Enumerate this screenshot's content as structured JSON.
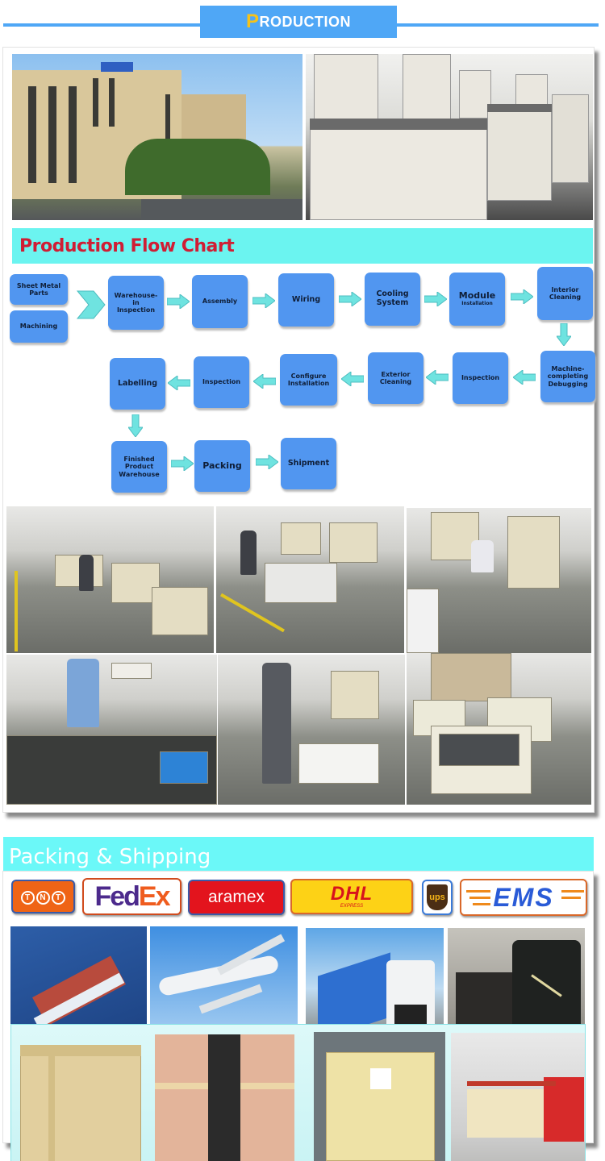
{
  "header": {
    "title_first_letter": "P",
    "title_rest": "RODUCTION",
    "colors": {
      "bar": "#4fa7f6",
      "accent_letter": "#f6c219"
    }
  },
  "production": {
    "photos": [
      {
        "label": "Factory building exterior"
      },
      {
        "label": "Finished machines in production hall"
      }
    ],
    "flow_chart": {
      "title": "Production Flow Chart",
      "title_color": "#d01d34",
      "banner_color": "#6bf4f0",
      "node_color": "#5196f0",
      "inputs": [
        "Sheet Metal\nParts",
        "Machining"
      ],
      "row1": [
        "Warehouse-\nin\nInspection",
        "Assembly",
        "Wiring",
        "Cooling\nSystem",
        "Module\nInstallation",
        "Interior\nCleaning"
      ],
      "row2": [
        "Labelling",
        "Inspection",
        "Configure\nInstallation",
        "Exterior\nCleaning",
        "Inspection",
        "Machine-\ncompleting\nDebugging"
      ],
      "row3": [
        "Finished\nProduct\nWarehouse",
        "Packing",
        "Shipment"
      ]
    },
    "work_photos": [
      {
        "label": "Assembly line overview"
      },
      {
        "label": "Worker assembling at bench"
      },
      {
        "label": "Worker wiring machine"
      },
      {
        "label": "Worker soldering components"
      },
      {
        "label": "Worker at assembly cart"
      },
      {
        "label": "Finished shaker units"
      }
    ]
  },
  "shipping": {
    "title": "Packing & Shipping",
    "banner_color": "#6bf8f8",
    "carriers": [
      {
        "name": "TNT",
        "letters": [
          "T",
          "N",
          "T"
        ]
      },
      {
        "name": "FedEx",
        "part1": "Fed",
        "part2": "Ex"
      },
      {
        "name": "aramex",
        "label": "aramex"
      },
      {
        "name": "DHL",
        "label": "DHL",
        "sub": "EXPRESS"
      },
      {
        "name": "UPS",
        "label": "ups"
      },
      {
        "name": "EMS",
        "label": "EMS"
      }
    ],
    "transport_photos": [
      {
        "label": "Sea freight - container ship"
      },
      {
        "label": "Air freight - airplane"
      },
      {
        "label": "Road freight - truck"
      },
      {
        "label": "Rail freight - train"
      }
    ],
    "packing_photos": [
      {
        "label": "Wooden crate"
      },
      {
        "label": "Plywood cases in container"
      },
      {
        "label": "Labelled wooden crate"
      },
      {
        "label": "Crates loaded on truck"
      }
    ]
  }
}
